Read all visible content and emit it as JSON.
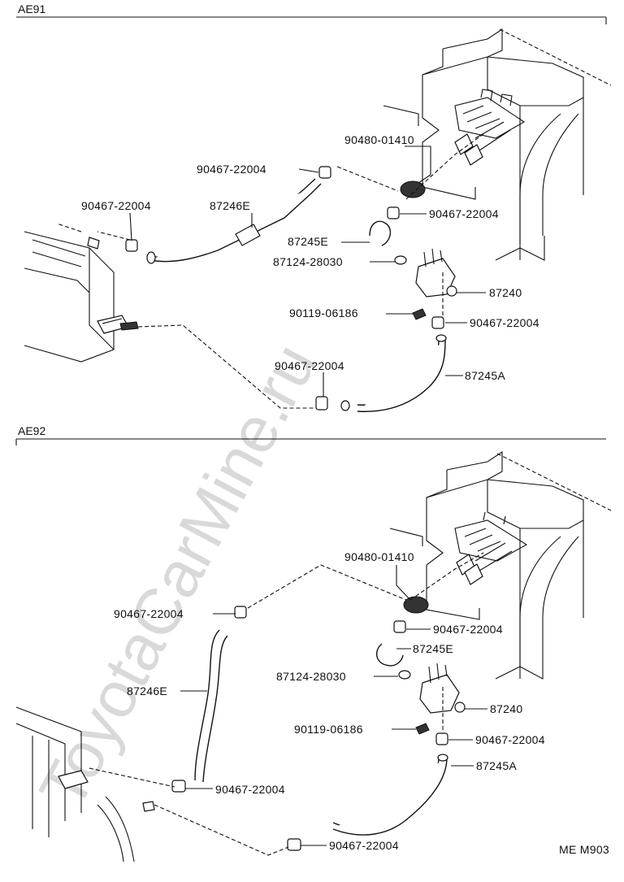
{
  "sections": [
    {
      "title": "AE91",
      "labels": {
        "gasket": "90480-01410",
        "clamp_top": "90467-22004",
        "clamp_left": "90467-22004",
        "hose_main": "87246E",
        "clamp_valve": "90467-22004",
        "hose_short": "87245E",
        "washer": "87124-28030",
        "valve": "87240",
        "bolt": "90119-06186",
        "clamp_lower_right": "90467-22004",
        "clamp_lower": "90467-22004",
        "hose_lower": "87245A"
      }
    },
    {
      "title": "AE92",
      "labels": {
        "gasket": "90480-01410",
        "clamp_top": "90467-22004",
        "hose_main": "87246E",
        "clamp_valve": "90467-22004",
        "hose_short": "87245E",
        "washer": "87124-28030",
        "valve": "87240",
        "bolt": "90119-06186",
        "clamp_lower_right": "90467-22004",
        "hose_lower": "87245A",
        "clamp_mid": "90467-22004",
        "clamp_bottom": "90467-22004"
      }
    }
  ],
  "diagram_code": "ME M903",
  "watermark": "ToyotaCarMine.ru"
}
